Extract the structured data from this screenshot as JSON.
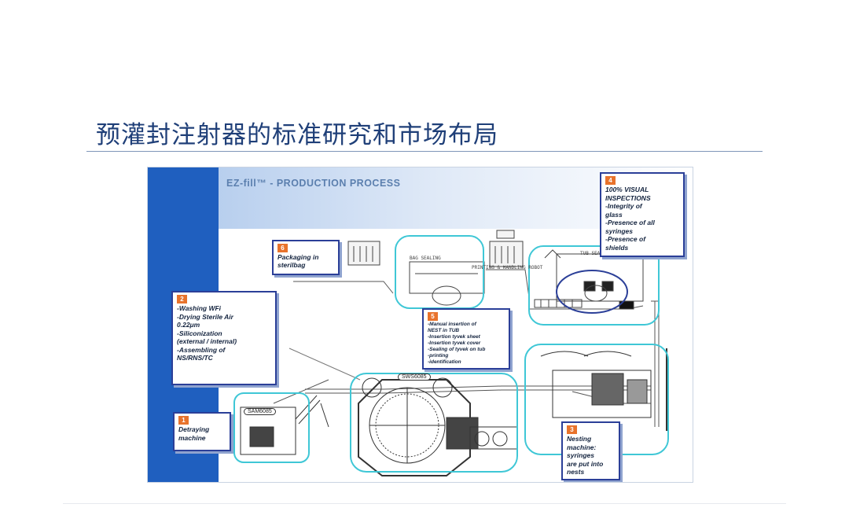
{
  "slide": {
    "title": "预灌封注射器的标准研究和市场布局"
  },
  "diagram": {
    "title": "EZ-fill™ - PRODUCTION PROCESS",
    "steps": [
      {
        "id": "step-1",
        "num": "1",
        "lines": [
          "Detraying",
          "machine"
        ]
      },
      {
        "id": "step-2",
        "num": "2",
        "lines": [
          "-Washing WFi",
          "-Drying Sterile Air",
          "0.22μm",
          "-Siliconization",
          "(external / internal)",
          "-Assembling of",
          "NS/RNS/TC"
        ]
      },
      {
        "id": "step-3",
        "num": "3",
        "lines": [
          "Nesting",
          "machine:",
          "syringes",
          "are put into",
          "nests"
        ]
      },
      {
        "id": "step-4",
        "num": "4",
        "lines": [
          "100% VISUAL",
          "INSPECTIONS",
          "-Integrity of",
          "glass",
          "-Presence of all",
          "syringes",
          "-Presence of",
          "shields"
        ]
      },
      {
        "id": "step-5",
        "num": "5",
        "lines": [
          "-Manual insertion of",
          "NEST in TUB",
          "-Insertion tyvek sheet",
          "-Insertion tyvek cover",
          "-Sealing of tyvek on tub",
          "-printing",
          "-identification"
        ]
      },
      {
        "id": "step-6",
        "num": "6",
        "lines": [
          "Packaging in",
          "sterilbag"
        ]
      }
    ],
    "machine_labels": {
      "sam": "SAM6085",
      "sws": "SWS6085",
      "bag_sealing": "BAG SEALING",
      "printing": "PRINTING & HANDLING ROBOT",
      "tub_sealer": "TUB SEALER"
    },
    "colors": {
      "band": "#1f5fbf",
      "highlight": "#3fc7d6",
      "box_border": "#2b3f98",
      "number_badge": "#e8732c"
    }
  }
}
